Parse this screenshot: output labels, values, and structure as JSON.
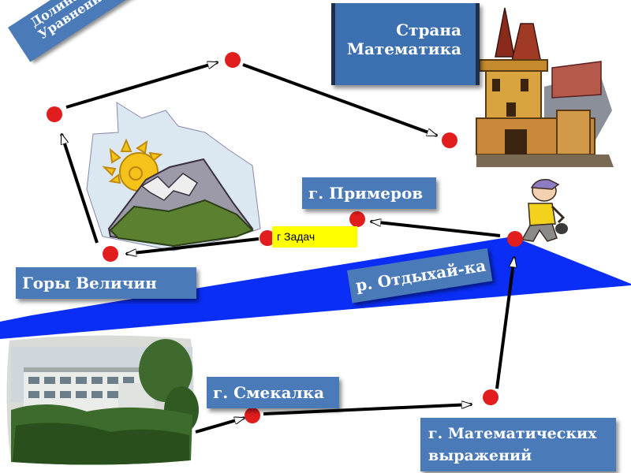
{
  "labels": {
    "valley_line1": "Долина",
    "valley_line2": "Уравнений",
    "country_line1": "Страна",
    "country_line2": "Математика",
    "primerov": "г. Примеров",
    "zadach": "г Задач",
    "gory": "Горы Величин",
    "river": "р. Отдыхай-ка",
    "smekalka": "г. Смекалка",
    "math_line1": "г. Математических",
    "math_line2": "выражений"
  },
  "colors": {
    "label_bg": "#4a7ab8",
    "river": "#0a2ef5",
    "route_dot": "#e11d1d",
    "highlight": "#ffff00"
  },
  "pictures": [
    "castle-picture",
    "mountain-sun-picture",
    "school-building-photo",
    "walking-boy-picture"
  ]
}
